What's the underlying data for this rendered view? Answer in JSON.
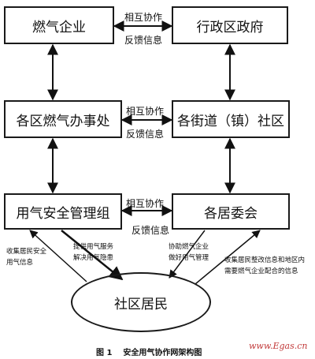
{
  "nodes": {
    "gas_enterprise": "燃气企业",
    "district_government": "行政区政府",
    "district_gas_office": "各区燃气办事处",
    "street_community": "各街道（镇）社区",
    "gas_safety_group": "用气安全管理组",
    "residents_committee": "各居委会",
    "community_residents": "社区居民"
  },
  "links": {
    "cooperate": "相互协作",
    "feedback": "反馈信息"
  },
  "side_notes": {
    "collect_safety_info": [
      "收集居民安全",
      "用气信息"
    ],
    "provide_service": [
      "提供用气服务",
      "解决用气隐患"
    ],
    "assist_gas_enterprise": [
      "协助燃气企业",
      "做好用气管理"
    ],
    "collect_rectify_info": [
      "收集居民整改信息和地区内",
      "需要燃气企业配合的信息"
    ]
  },
  "caption": "图 1    安全用气协作网架构图",
  "watermark": "www.Egas.cn"
}
